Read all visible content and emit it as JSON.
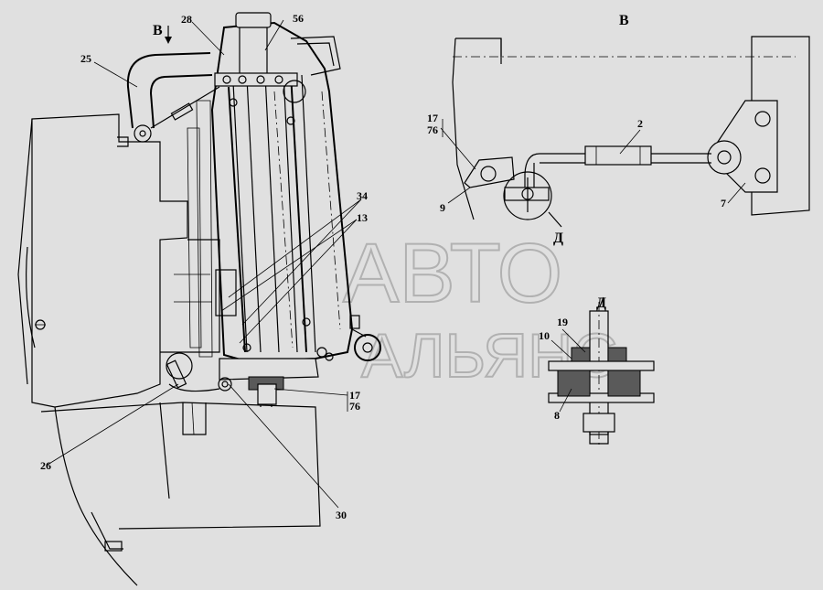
{
  "view_labels": {
    "view_b_arrow": "В",
    "view_b_title": "В",
    "detail_d_callout": "Д",
    "detail_d_title": "Д"
  },
  "part_labels": {
    "p25": "25",
    "p28": "28",
    "p56": "56",
    "p34": "34",
    "p13": "13",
    "p26": "26",
    "p30": "30",
    "p17_main": "17",
    "p76_main": "76",
    "p17_b": "17",
    "p76_b": "76",
    "p2": "2",
    "p9": "9",
    "p7": "7",
    "p19": "19",
    "p10": "10",
    "p8": "8"
  },
  "watermark": {
    "line1": "АВТО",
    "line2": "АЛЬЯНС"
  }
}
